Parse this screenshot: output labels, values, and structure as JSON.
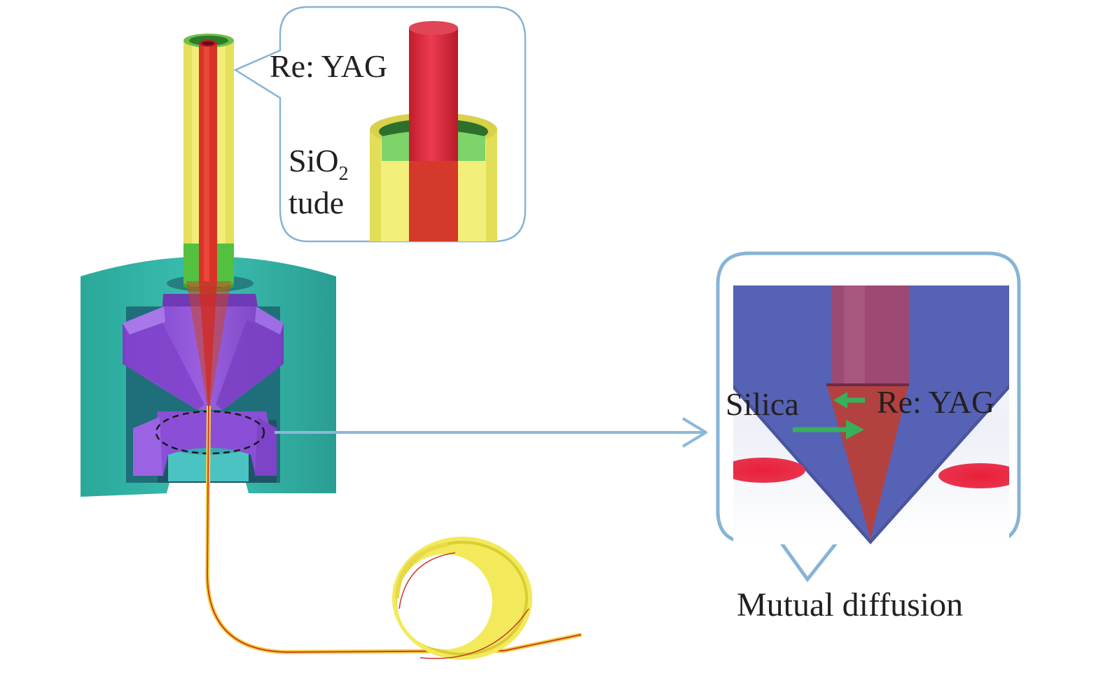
{
  "labels": {
    "core_callout": "Re: YAG",
    "tube_material": "SiO",
    "tube_subscript": "2",
    "tube_word": "tude",
    "silica": "Silica",
    "core_detail": "Re: YAG",
    "mutual_diffusion": "Mutual diffusion"
  },
  "colors": {
    "teal_furnace": "#2fb3a5",
    "purple_graphite": "#8a4fd6",
    "yellow_tube": "#f2f07a",
    "red_core": "#d9372b",
    "green_gap": "#41c54a",
    "callout_blue": "#7fb2d9",
    "detail_blue": "#5560b3",
    "arrow_green": "#38b05a"
  },
  "icons": [
    "furnace-body",
    "preform-tube",
    "drawn-fiber-coil",
    "diffusion-arrow"
  ]
}
